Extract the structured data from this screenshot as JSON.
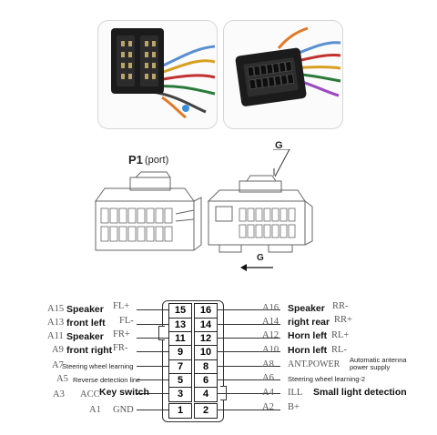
{
  "labels": {
    "p1": "P1",
    "port": "(port)",
    "g_top": "G",
    "g_bottom": "G"
  },
  "pinout": {
    "left": [
      {
        "num": "15",
        "code": "A15",
        "desc": "Speaker",
        "signal": "FL+"
      },
      {
        "num": "13",
        "code": "A13",
        "desc": "front left",
        "signal": "FL-"
      },
      {
        "num": "11",
        "code": "A11",
        "desc": "Speaker",
        "signal": "FR+"
      },
      {
        "num": "9",
        "code": "A9",
        "desc": "front right",
        "signal": "FR-"
      },
      {
        "num": "7",
        "code": "A7",
        "desc": "Steering wheel learning",
        "signal": ""
      },
      {
        "num": "5",
        "code": "A5",
        "desc": "Reverse detection line",
        "signal": ""
      },
      {
        "num": "3",
        "code": "A3",
        "desc": "Key switch",
        "signal": "ACC"
      },
      {
        "num": "1",
        "code": "A1",
        "desc": "",
        "signal": "GND"
      }
    ],
    "right": [
      {
        "num": "16",
        "code": "A16",
        "desc": "Speaker",
        "signal": "RR-"
      },
      {
        "num": "14",
        "code": "A14",
        "desc": "right rear",
        "signal": "RR+"
      },
      {
        "num": "12",
        "code": "A12",
        "desc": "Horn left",
        "signal": "RL+"
      },
      {
        "num": "10",
        "code": "A10",
        "desc": "Horn left",
        "signal": "RL-"
      },
      {
        "num": "8",
        "code": "A8",
        "desc": "Automatic antenna power supply",
        "signal": "ANT.POWER"
      },
      {
        "num": "6",
        "code": "A6",
        "desc": "Steering wheel learning-2",
        "signal": ""
      },
      {
        "num": "4",
        "code": "A4",
        "desc": "Small light detection",
        "signal": "ILL"
      },
      {
        "num": "2",
        "code": "A2",
        "desc": "",
        "signal": "B+"
      }
    ]
  }
}
